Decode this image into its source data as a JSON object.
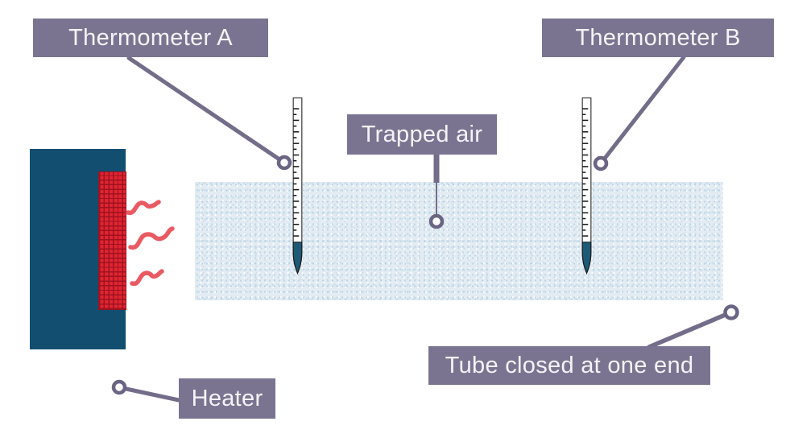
{
  "labels": {
    "thermometer_a": "Thermometer A",
    "thermometer_b": "Thermometer B",
    "trapped_air": "Trapped air",
    "tube_closed": "Tube closed at one end",
    "heater": "Heater"
  },
  "colors": {
    "background": "#ffffff",
    "label_bg": "#7a7491",
    "label_text": "#f5f3f7",
    "leader_line": "#736d89",
    "leader_dot_ring": "#6b6583",
    "leader_dot_fill": "#ffffff",
    "heater_body": "#114e70",
    "element_red": "#e02531",
    "element_grid": "#9e1220",
    "heat_wave": "#ea5a63",
    "tube_fill": "#e2ecf2",
    "thermometer_fluid": "#1d5a78",
    "thermometer_stem": "#ffffff"
  }
}
